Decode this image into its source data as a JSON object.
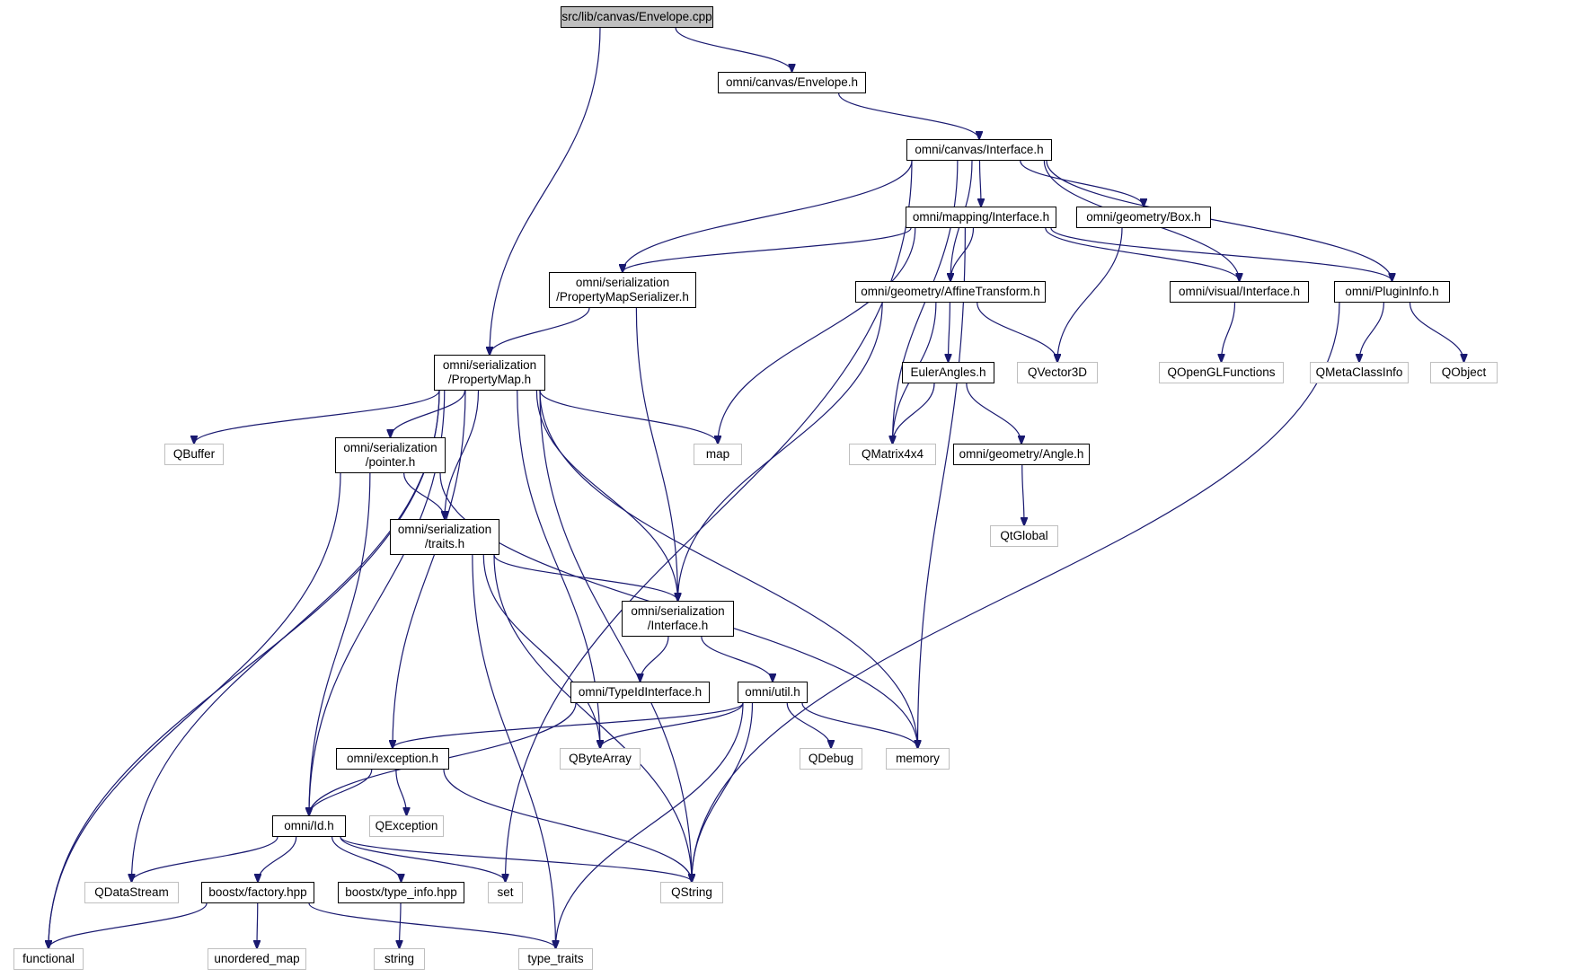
{
  "graph": {
    "edge_color": "#191970",
    "root_fill": "#bfbfbf",
    "external_border": "#bfbfbf",
    "nodes": [
      {
        "id": "envcpp",
        "label": "src/lib/canvas/Envelope.cpp",
        "kind": "root"
      },
      {
        "id": "envh",
        "label": "omni/canvas/Envelope.h",
        "kind": "local"
      },
      {
        "id": "canvasIface",
        "label": "omni/canvas/Interface.h",
        "kind": "local"
      },
      {
        "id": "mappingIface",
        "label": "omni/mapping/Interface.h",
        "kind": "local"
      },
      {
        "id": "box",
        "label": "omni/geometry/Box.h",
        "kind": "local"
      },
      {
        "id": "pms",
        "label": "omni/serialization\n/PropertyMapSerializer.h",
        "kind": "local"
      },
      {
        "id": "affine",
        "label": "omni/geometry/AffineTransform.h",
        "kind": "local"
      },
      {
        "id": "visualIface",
        "label": "omni/visual/Interface.h",
        "kind": "local"
      },
      {
        "id": "pluginInfo",
        "label": "omni/PluginInfo.h",
        "kind": "local"
      },
      {
        "id": "propertyMap",
        "label": "omni/serialization\n/PropertyMap.h",
        "kind": "local"
      },
      {
        "id": "euler",
        "label": "EulerAngles.h",
        "kind": "local"
      },
      {
        "id": "qvector3d",
        "label": "QVector3D",
        "kind": "external"
      },
      {
        "id": "qopengl",
        "label": "QOpenGLFunctions",
        "kind": "external"
      },
      {
        "id": "qmetaclass",
        "label": "QMetaClassInfo",
        "kind": "external"
      },
      {
        "id": "qobject",
        "label": "QObject",
        "kind": "external"
      },
      {
        "id": "qbuffer",
        "label": "QBuffer",
        "kind": "external"
      },
      {
        "id": "pointer",
        "label": "omni/serialization\n/pointer.h",
        "kind": "local"
      },
      {
        "id": "map",
        "label": "map",
        "kind": "external"
      },
      {
        "id": "qmatrix",
        "label": "QMatrix4x4",
        "kind": "external"
      },
      {
        "id": "angle",
        "label": "omni/geometry/Angle.h",
        "kind": "local"
      },
      {
        "id": "traits",
        "label": "omni/serialization\n/traits.h",
        "kind": "local"
      },
      {
        "id": "qtglobal",
        "label": "QtGlobal",
        "kind": "external"
      },
      {
        "id": "serIface",
        "label": "omni/serialization\n/Interface.h",
        "kind": "local"
      },
      {
        "id": "typeId",
        "label": "omni/TypeIdInterface.h",
        "kind": "local"
      },
      {
        "id": "util",
        "label": "omni/util.h",
        "kind": "local"
      },
      {
        "id": "exception",
        "label": "omni/exception.h",
        "kind": "local"
      },
      {
        "id": "qbytearray",
        "label": "QByteArray",
        "kind": "external"
      },
      {
        "id": "qdebug",
        "label": "QDebug",
        "kind": "external"
      },
      {
        "id": "memory",
        "label": "memory",
        "kind": "external"
      },
      {
        "id": "idh",
        "label": "omni/Id.h",
        "kind": "local"
      },
      {
        "id": "qexception",
        "label": "QException",
        "kind": "external"
      },
      {
        "id": "qdatastream",
        "label": "QDataStream",
        "kind": "external"
      },
      {
        "id": "factory",
        "label": "boostx/factory.hpp",
        "kind": "local"
      },
      {
        "id": "typeinfo",
        "label": "boostx/type_info.hpp",
        "kind": "local"
      },
      {
        "id": "set",
        "label": "set",
        "kind": "external"
      },
      {
        "id": "qstring",
        "label": "QString",
        "kind": "external"
      },
      {
        "id": "functional",
        "label": "functional",
        "kind": "external"
      },
      {
        "id": "unordered",
        "label": "unordered_map",
        "kind": "external"
      },
      {
        "id": "string",
        "label": "string",
        "kind": "external"
      },
      {
        "id": "typetraits",
        "label": "type_traits",
        "kind": "external"
      }
    ],
    "edges": [
      [
        "envcpp",
        "envh"
      ],
      [
        "envcpp",
        "propertyMap"
      ],
      [
        "envh",
        "canvasIface"
      ],
      [
        "canvasIface",
        "mappingIface"
      ],
      [
        "canvasIface",
        "box"
      ],
      [
        "canvasIface",
        "pms"
      ],
      [
        "canvasIface",
        "affine"
      ],
      [
        "canvasIface",
        "visualIface"
      ],
      [
        "canvasIface",
        "pluginInfo"
      ],
      [
        "canvasIface",
        "qmatrix"
      ],
      [
        "canvasIface",
        "set"
      ],
      [
        "mappingIface",
        "pms"
      ],
      [
        "mappingIface",
        "affine"
      ],
      [
        "mappingIface",
        "visualIface"
      ],
      [
        "mappingIface",
        "pluginInfo"
      ],
      [
        "mappingIface",
        "map"
      ],
      [
        "mappingIface",
        "memory"
      ],
      [
        "box",
        "qvector3d"
      ],
      [
        "pms",
        "propertyMap"
      ],
      [
        "pms",
        "serIface"
      ],
      [
        "affine",
        "euler"
      ],
      [
        "affine",
        "qvector3d"
      ],
      [
        "affine",
        "qmatrix"
      ],
      [
        "affine",
        "serIface"
      ],
      [
        "visualIface",
        "qopengl"
      ],
      [
        "pluginInfo",
        "qmetaclass"
      ],
      [
        "pluginInfo",
        "qobject"
      ],
      [
        "pluginInfo",
        "qstring"
      ],
      [
        "euler",
        "qmatrix"
      ],
      [
        "euler",
        "angle"
      ],
      [
        "angle",
        "qtglobal"
      ],
      [
        "propertyMap",
        "qbuffer"
      ],
      [
        "propertyMap",
        "pointer"
      ],
      [
        "propertyMap",
        "map"
      ],
      [
        "propertyMap",
        "traits"
      ],
      [
        "propertyMap",
        "serIface"
      ],
      [
        "propertyMap",
        "qbytearray"
      ],
      [
        "propertyMap",
        "memory"
      ],
      [
        "propertyMap",
        "qstring"
      ],
      [
        "propertyMap",
        "exception"
      ],
      [
        "propertyMap",
        "idh"
      ],
      [
        "propertyMap",
        "qdatastream"
      ],
      [
        "propertyMap",
        "functional"
      ],
      [
        "pointer",
        "traits"
      ],
      [
        "pointer",
        "idh"
      ],
      [
        "pointer",
        "memory"
      ],
      [
        "pointer",
        "functional"
      ],
      [
        "traits",
        "serIface"
      ],
      [
        "traits",
        "qbytearray"
      ],
      [
        "traits",
        "qstring"
      ],
      [
        "traits",
        "typetraits"
      ],
      [
        "serIface",
        "typeId"
      ],
      [
        "serIface",
        "util"
      ],
      [
        "typeId",
        "idh"
      ],
      [
        "util",
        "exception"
      ],
      [
        "util",
        "qbytearray"
      ],
      [
        "util",
        "qdebug"
      ],
      [
        "util",
        "memory"
      ],
      [
        "util",
        "qstring"
      ],
      [
        "util",
        "typetraits"
      ],
      [
        "exception",
        "idh"
      ],
      [
        "exception",
        "qexception"
      ],
      [
        "exception",
        "qstring"
      ],
      [
        "idh",
        "qdatastream"
      ],
      [
        "idh",
        "factory"
      ],
      [
        "idh",
        "typeinfo"
      ],
      [
        "idh",
        "set"
      ],
      [
        "idh",
        "qstring"
      ],
      [
        "factory",
        "functional"
      ],
      [
        "factory",
        "unordered"
      ],
      [
        "factory",
        "typetraits"
      ],
      [
        "typeinfo",
        "string"
      ]
    ]
  }
}
